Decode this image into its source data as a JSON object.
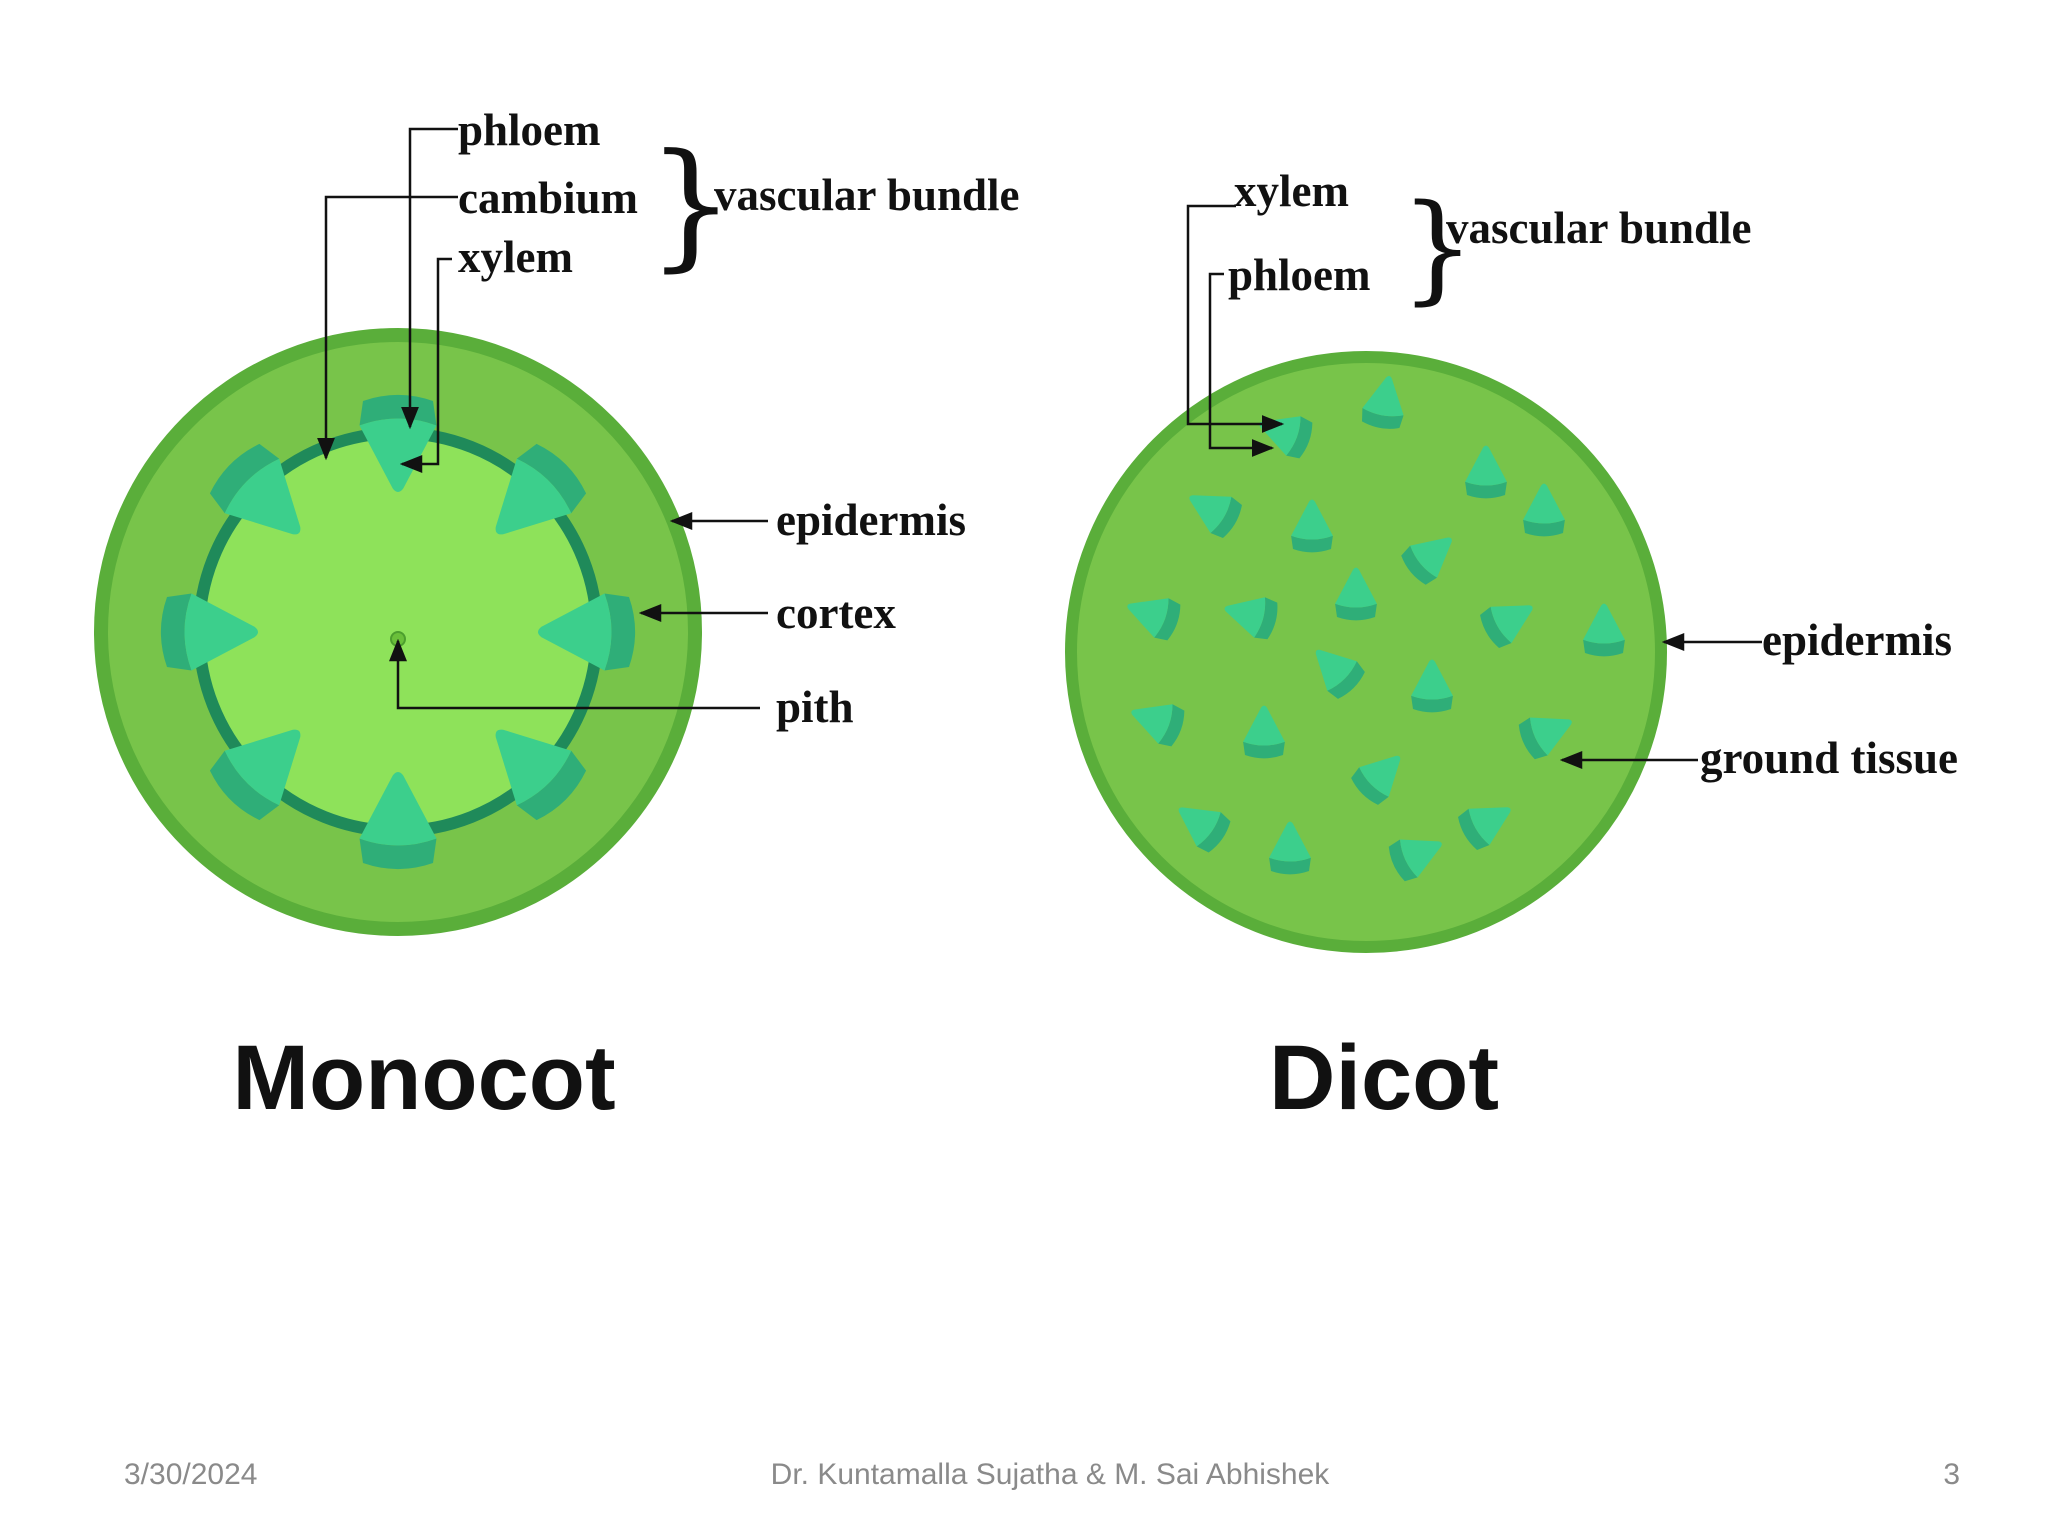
{
  "monocot": {
    "title": "Monocot",
    "labels": {
      "phloem": "phloem",
      "cambium": "cambium",
      "xylem": "xylem",
      "vascular_bundle": "vascular bundle",
      "epidermis": "epidermis",
      "cortex": "cortex",
      "pith": "pith"
    }
  },
  "dicot": {
    "title": "Dicot",
    "labels": {
      "xylem": "xylem",
      "phloem": "phloem",
      "vascular_bundle": "vascular bundle",
      "epidermis": "epidermis",
      "ground_tissue": "ground tissue"
    }
  },
  "colors": {
    "epidermis": "#5aae3a",
    "outer_fill": "#78c44a",
    "inner_fill": "#8ee25a",
    "ring": "#1f8a5a",
    "phloem": "#2fae78",
    "xylem": "#3ccf8c",
    "pith_dot": "#6abf3a"
  },
  "footer": {
    "date": "3/30/2024",
    "author": "Dr. Kuntamalla Sujatha & M. Sai Abhishek",
    "page": "3"
  }
}
